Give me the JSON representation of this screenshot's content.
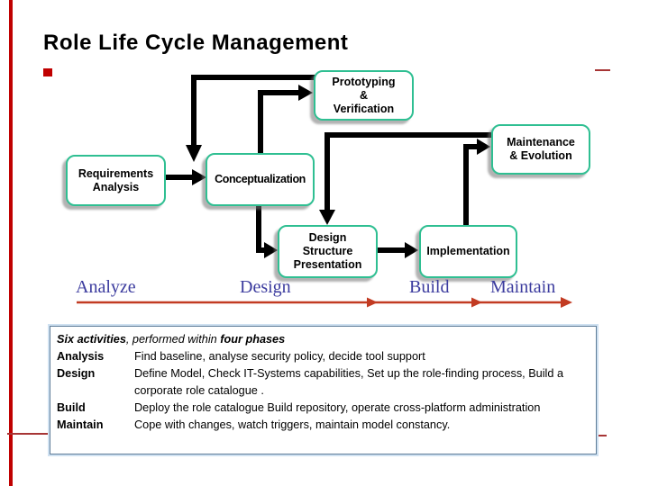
{
  "slide": {
    "title": "Role Life Cycle Management"
  },
  "diagram": {
    "boxes": [
      {
        "id": "prototyping",
        "label": "Prototyping\n&\nVerification"
      },
      {
        "id": "maintenance",
        "label": "Maintenance\n& Evolution"
      },
      {
        "id": "requirements",
        "label": "Requirements\nAnalysis"
      },
      {
        "id": "conceptualization",
        "label": "Conceptualization"
      },
      {
        "id": "design-structure",
        "label": "Design\nStructure\nPresentation"
      },
      {
        "id": "implementation",
        "label": "Implementation"
      }
    ],
    "arrows": [
      {
        "from": "Requirements Analysis",
        "to": "Conceptualization"
      },
      {
        "from": "Conceptualization",
        "to": "Prototyping & Verification"
      },
      {
        "from": "Prototyping & Verification",
        "to": "Conceptualization"
      },
      {
        "from": "Conceptualization",
        "to": "Design Structure Presentation"
      },
      {
        "from": "Maintenance & Evolution",
        "to": "Design Structure Presentation"
      },
      {
        "from": "Design Structure Presentation",
        "to": "Implementation"
      },
      {
        "from": "Implementation",
        "to": "Maintenance & Evolution"
      }
    ]
  },
  "phases": {
    "labels": [
      "Analyze",
      "Design",
      "Build",
      "Maintain"
    ]
  },
  "activities": {
    "heading": {
      "part1": "Six activities",
      "part2": ", performed within ",
      "part3": "four phases"
    },
    "rows": [
      {
        "label": "Analysis",
        "text": "Find baseline, analyse security policy, decide tool support"
      },
      {
        "label": "Design",
        "text": "Define Model, Check IT-Systems capabilities, Set up the role-finding process, Build a corporate role catalogue ."
      },
      {
        "label": "Build",
        "text": "Deploy the role catalogue  Build repository, operate cross-platform administration"
      },
      {
        "label": "Maintain",
        "text": "Cope with changes,  watch triggers, maintain model constancy."
      }
    ]
  },
  "colors": {
    "accent_red": "#c00000",
    "box_border_teal": "#2fbf92",
    "phase_label_blue": "#3b3b9e",
    "timeline_red": "#c23b22",
    "activities_border_blue": "#5f7d98",
    "arrow_black": "#000000"
  }
}
